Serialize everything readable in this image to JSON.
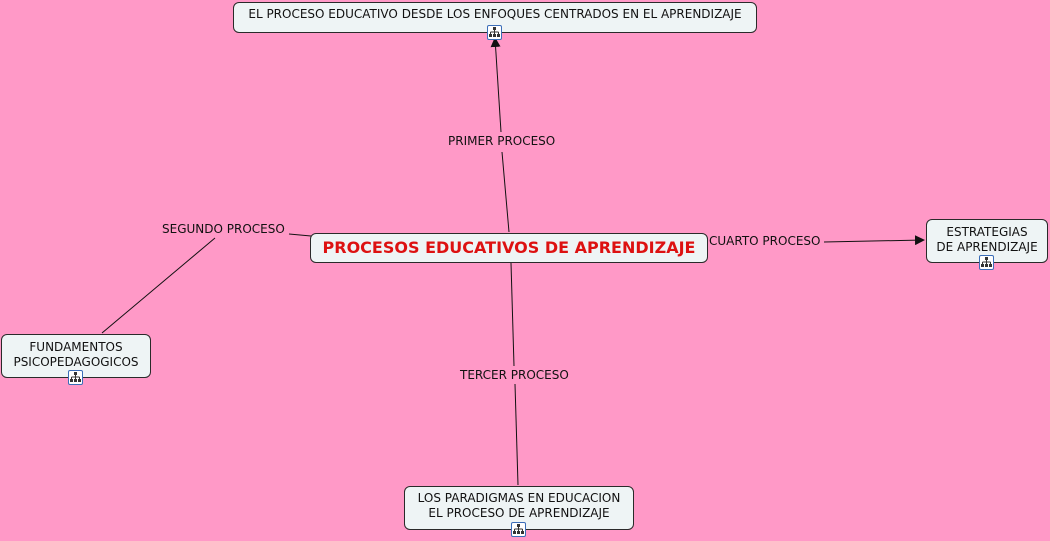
{
  "colors": {
    "background": "#ff99c7",
    "node_fill": "#eef4f5",
    "main_text": "#dd1111",
    "line": "#111111"
  },
  "central_node": {
    "label": "PROCESOS EDUCATIVOS DE APRENDIZAJE"
  },
  "nodes": {
    "top": {
      "label": "EL PROCESO EDUCATIVO DESDE LOS ENFOQUES CENTRADOS EN EL APRENDIZAJE",
      "icon": "concept-map-icon"
    },
    "left": {
      "label": "FUNDAMENTOS\nPSICOPEDAGOGICOS",
      "icon": "concept-map-icon"
    },
    "bottom": {
      "label": "LOS PARADIGMAS EN EDUCACION\nEL PROCESO DE APRENDIZAJE",
      "icon": "concept-map-icon"
    },
    "right": {
      "label": "ESTRATEGIAS\nDE APRENDIZAJE",
      "icon": "concept-map-icon"
    }
  },
  "links": {
    "first": "PRIMER PROCESO",
    "second": "SEGUNDO PROCESO",
    "third": "TERCER PROCESO",
    "fourth": "CUARTO PROCESO"
  }
}
